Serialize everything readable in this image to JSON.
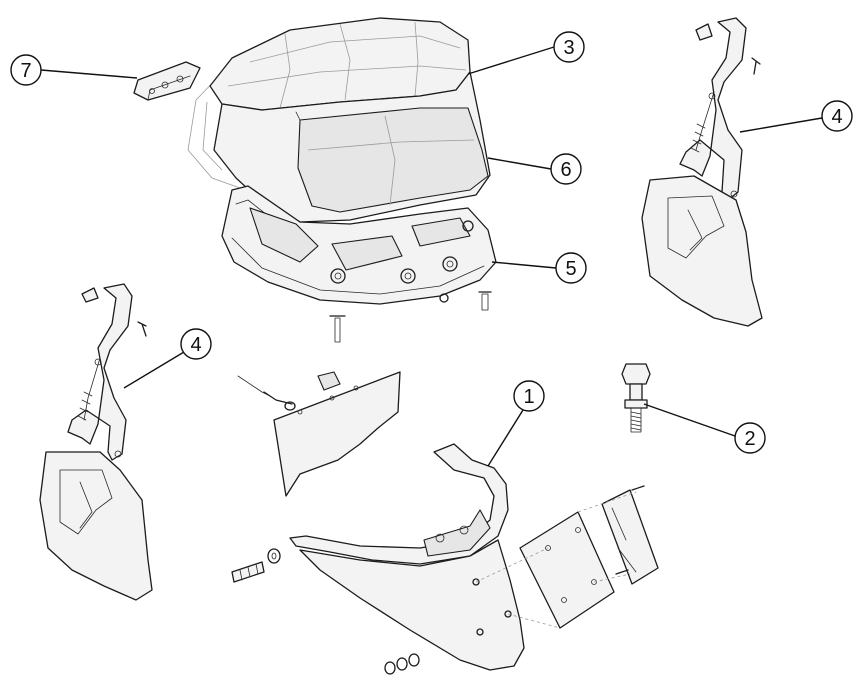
{
  "callouts": [
    {
      "id": "c7",
      "label": "7"
    },
    {
      "id": "c3",
      "label": "3"
    },
    {
      "id": "c6",
      "label": "6"
    },
    {
      "id": "c5",
      "label": "5"
    },
    {
      "id": "c4a",
      "label": "4"
    },
    {
      "id": "c4b",
      "label": "4"
    },
    {
      "id": "c1",
      "label": "1"
    },
    {
      "id": "c2",
      "label": "2"
    }
  ]
}
